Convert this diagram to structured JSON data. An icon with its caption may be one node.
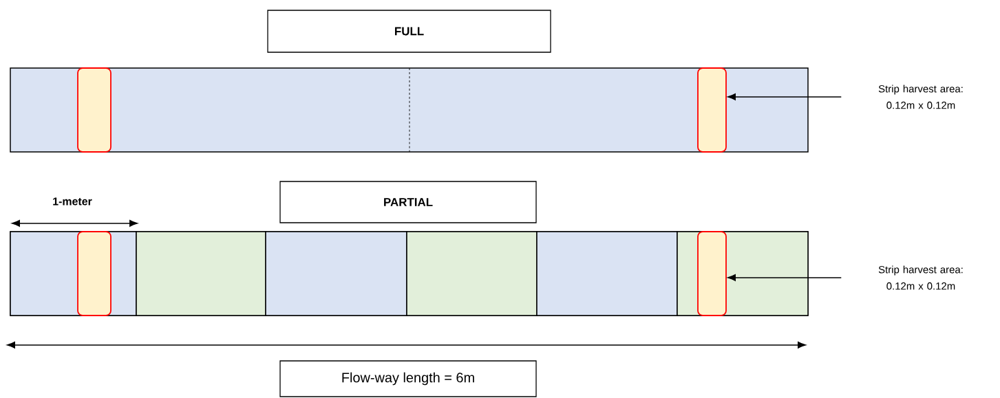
{
  "diagram": {
    "nodes": [
      {
        "text": [
          "FULL"
        ]
      },
      {
        "text": [],
        "shape": "bar"
      },
      {
        "text": [],
        "shape": "box",
        "in": 1
      },
      {
        "text": [],
        "shape": "box",
        "in": 1
      },
      {
        "text": [
          "Strip harvest area: 0.12m x 0.12m"
        ]
      },
      {
        "text": [
          "PARTIAL"
        ]
      },
      {
        "text": [],
        "shape": "bar"
      },
      {
        "text": [],
        "shape": "bar",
        "in": 6
      },
      {
        "text": [],
        "shape": "bar",
        "in": 6
      },
      {
        "text": [],
        "shape": "bar",
        "in": 6
      },
      {
        "text": [],
        "shape": "bar",
        "in": 6
      },
      {
        "text": [],
        "shape": "bar",
        "in": 6
      },
      {
        "text": [],
        "shape": "bar",
        "in": 6
      },
      {
        "text": [],
        "shape": "box",
        "in": 7
      },
      {
        "text": [],
        "shape": "box",
        "in": 12
      },
      {
        "text": [
          "Strip harvest area: 0.12m x 0.12m"
        ]
      },
      {
        "text": [
          "Flow-way length = 6m"
        ]
      }
    ],
    "edges": [
      {
        "from": 4,
        "to": 3,
        "arrow": "to"
      },
      {
        "from": 15,
        "to": 14,
        "arrow": "to"
      }
    ],
    "labels": [
      "1-meter"
    ]
  }
}
